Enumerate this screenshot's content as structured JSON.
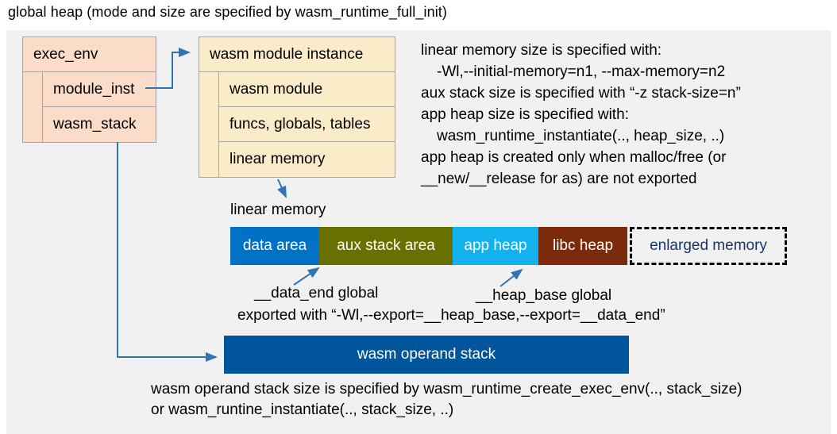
{
  "title": "global heap (mode and size are specified by wasm_runtime_full_init)",
  "colors": {
    "panel_bg": "#f1f1f1",
    "exec_env_fill": "#fbdcc8",
    "module_instance_fill": "#fbecc9",
    "box_border": "#a6a6a6",
    "connector_blue": "#2e75b6",
    "data_area": "#0071c5",
    "aux_stack_area": "#6a7000",
    "app_heap": "#12b2ef",
    "libc_heap": "#7b2a0b",
    "operand_stack": "#00559b",
    "enlarged_memory_text": "#17366d"
  },
  "exec_env": {
    "header": "exec_env",
    "rows": [
      "module_inst",
      "wasm_stack"
    ]
  },
  "module_instance": {
    "header": "wasm module instance",
    "rows": [
      "wasm module",
      "funcs, globals, tables",
      "linear memory"
    ]
  },
  "notes_top": {
    "lines": [
      "linear memory size is specified with:",
      "-Wl,--initial-memory=n1, --max-memory=n2",
      "aux stack size is specified with “-z stack-size=n”",
      "app heap size is specified with:",
      "wasm_runtime_instantiate(.., heap_size, ..)",
      "app heap is created only when malloc/free (or",
      "__new/__release for as) are not exported"
    ]
  },
  "linear_memory": {
    "label": "linear memory",
    "segments": [
      {
        "label": "data area"
      },
      {
        "label": "aux stack area"
      },
      {
        "label": "app heap"
      },
      {
        "label": "libc heap"
      }
    ],
    "enlarged_label": "enlarged memory"
  },
  "annotations": {
    "data_end": "__data_end global",
    "heap_base": "__heap_base global",
    "exported": "exported with “-Wl,--export=__heap_base,--export=__data_end”"
  },
  "operand_stack": {
    "label": "wasm operand stack",
    "note_line1": "wasm operand stack size is specified by wasm_runtime_create_exec_env(.., stack_size)",
    "note_line2": "or wasm_runtine_instantiate(.., stack_size, ..)"
  }
}
